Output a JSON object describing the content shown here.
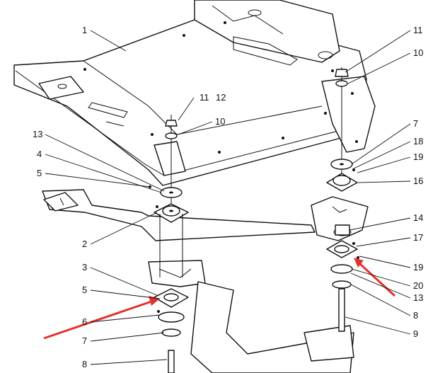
{
  "accent_color": "#e3322b",
  "callouts": {
    "c1": "1",
    "c2": "2",
    "c3": "3",
    "c4": "4",
    "c5a": "5",
    "c5b": "5",
    "c6": "6",
    "c7a": "7",
    "c7b": "7",
    "c8a": "8",
    "c8b": "8",
    "c9": "9",
    "c10a": "10",
    "c10b": "10",
    "c11a": "11",
    "c11b": "11",
    "c12": "12",
    "c13a": "13",
    "c13b": "13",
    "c14": "14",
    "c16": "16",
    "c17": "17",
    "c18": "18",
    "c19a": "19",
    "c19b": "19",
    "c20": "20"
  }
}
